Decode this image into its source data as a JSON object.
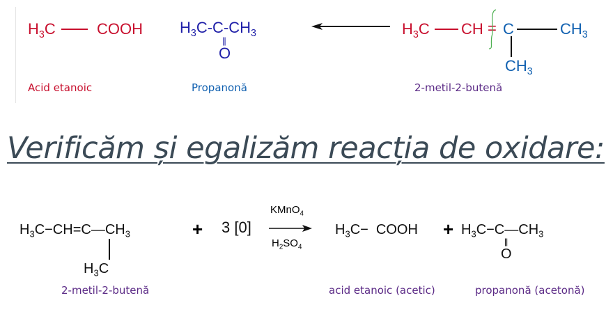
{
  "top": {
    "acid": {
      "left": "H3C",
      "right": "COOH",
      "label": "Acid etanoic"
    },
    "ketone": {
      "chain": "H3C-C-CH3",
      "oxygen": "O",
      "double_bond": "||",
      "label": "Propanonă"
    },
    "alkene": {
      "a": "H3C",
      "b": "CH",
      "eq": "=",
      "c": "C",
      "d": "CH3",
      "e": "CH3",
      "label": "2-metil-2-butenă"
    }
  },
  "heading": "Verificăm și egalizăm reacția de oxidare:",
  "equation": {
    "reactant": {
      "chain": "H3C−CH=C—CH3",
      "branch": "H3C",
      "label": "2-metil-2-butenă"
    },
    "plus1": "+",
    "oxidant": "3 [0]",
    "reagent_top": "KMnO4",
    "reagent_bottom": "H2SO4",
    "product1": {
      "formula": "H3C−  COOH",
      "label": "acid etanoic (acetic)"
    },
    "plus2": "+",
    "product2": {
      "chain": "H3C−C—CH3",
      "double_bond": "||",
      "oxygen": "O",
      "label": "propanonă (acetonă)"
    }
  },
  "colors": {
    "acid": "#c8102e",
    "ketone": "#1f1fa8",
    "label_purple": "#5b2a86",
    "heading": "#3b4a56",
    "bracket": "#4caf50"
  }
}
